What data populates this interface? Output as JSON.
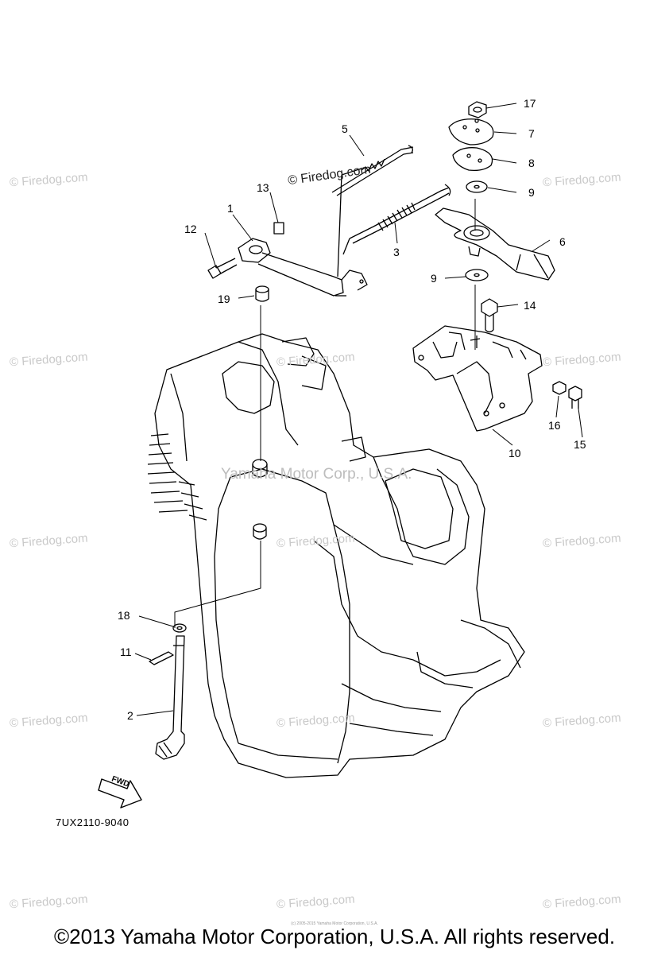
{
  "diagram": {
    "callouts": {
      "c1": "1",
      "c2": "2",
      "c3": "3",
      "c5": "5",
      "c6": "6",
      "c7": "7",
      "c8": "8",
      "c9a": "9",
      "c9b": "9",
      "c10": "10",
      "c11": "11",
      "c12": "12",
      "c13": "13",
      "c14": "14",
      "c15": "15",
      "c16": "16",
      "c17": "17",
      "c18": "18",
      "c19": "19"
    },
    "diagram_code": "7UX2110-9040",
    "fwd_label": "FWD"
  },
  "watermarks": {
    "firedog": "© Firedog.com",
    "yamaha": "Yamaha Motor Corp., U.S.A."
  },
  "footer": {
    "copyright": "©2013 Yamaha Motor Corporation, U.S.A. All rights reserved.",
    "fine_print": "(c) 2005-2015 Yamaha Motor Corporation, U.S.A."
  }
}
